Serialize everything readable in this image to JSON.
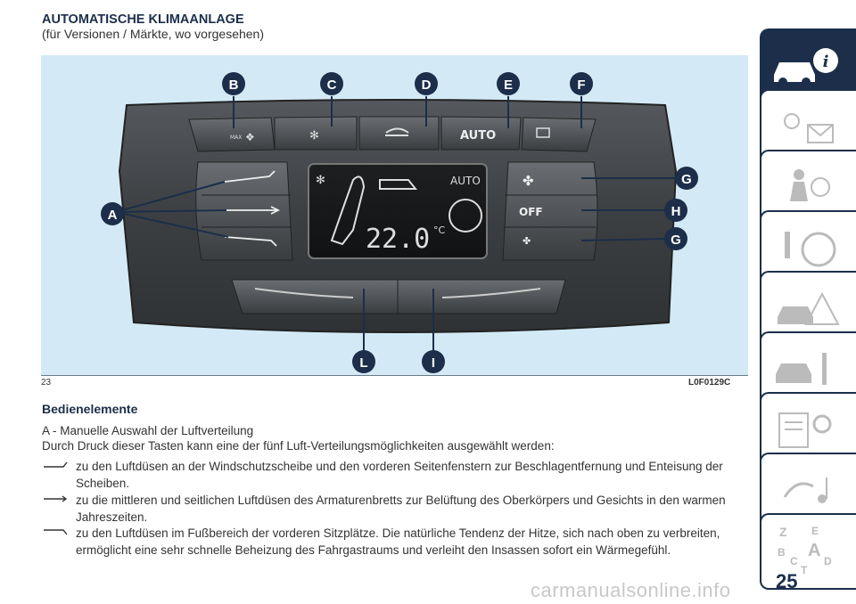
{
  "header": {
    "title": "AUTOMATISCHE KLIMAANLAGE",
    "subtitle": "(für Versionen / Märkte, wo vorgesehen)"
  },
  "figure": {
    "number": "23",
    "code": "L0F0129C",
    "callouts": [
      "A",
      "B",
      "C",
      "D",
      "E",
      "F",
      "G",
      "H",
      "G",
      "L",
      "I"
    ],
    "panel": {
      "max_label": "MAX",
      "auto_button": "AUTO",
      "display_auto": "AUTO",
      "temperature": "22.0",
      "temperature_unit": "°C",
      "off_button": "OFF"
    }
  },
  "section": {
    "heading": "Bedienelemente",
    "line1": "A - Manuelle Auswahl der Luftverteilung",
    "line2": "Durch Druck dieser Tasten kann eine der fünf Luft-Verteilungsmöglichkeiten ausgewählt werden:",
    "bullets": [
      {
        "icon": "windscreen-airflow-icon",
        "text": "zu den Luftdüsen an der Windschutzscheibe und den vorderen Seitenfenstern zur Beschlagentfernung und Enteisung der Scheiben."
      },
      {
        "icon": "dashboard-airflow-icon",
        "text": "zu die mittleren und seitlichen Luftdüsen des Armaturenbretts zur Belüftung des Oberkörpers und Gesichts in den warmen Jahreszeiten."
      },
      {
        "icon": "footwell-airflow-icon",
        "text": "zu den Luftdüsen im Fußbereich der vorderen Sitzplätze. Die natürliche Tendenz der Hitze, sich nach oben zu verbreiten, ermöglicht eine sehr schnelle Beheizung des Fahrgastraums und verleiht den Insassen sofort ein Wärmegefühl."
      }
    ]
  },
  "side_tabs": [
    {
      "icon": "car-info-icon",
      "active": true
    },
    {
      "icon": "warning-lights-icon",
      "active": false
    },
    {
      "icon": "seat-airbag-icon",
      "active": false
    },
    {
      "icon": "steering-wheel-icon",
      "active": false
    },
    {
      "icon": "car-accident-icon",
      "active": false
    },
    {
      "icon": "car-tools-icon",
      "active": false
    },
    {
      "icon": "technical-data-icon",
      "active": false
    },
    {
      "icon": "multimedia-icon",
      "active": false
    },
    {
      "icon": "alphabetical-index-icon",
      "active": false
    }
  ],
  "side_index_letters": [
    "Z",
    "E",
    "B",
    "A",
    "C",
    "D",
    "T"
  ],
  "footer": {
    "page_number": "25",
    "watermark": "carmanualsonline.info"
  },
  "colors": {
    "navy": "#1c2e4a",
    "figure_bg": "#d3eaf6",
    "panel_dark": "#3a3d40"
  }
}
